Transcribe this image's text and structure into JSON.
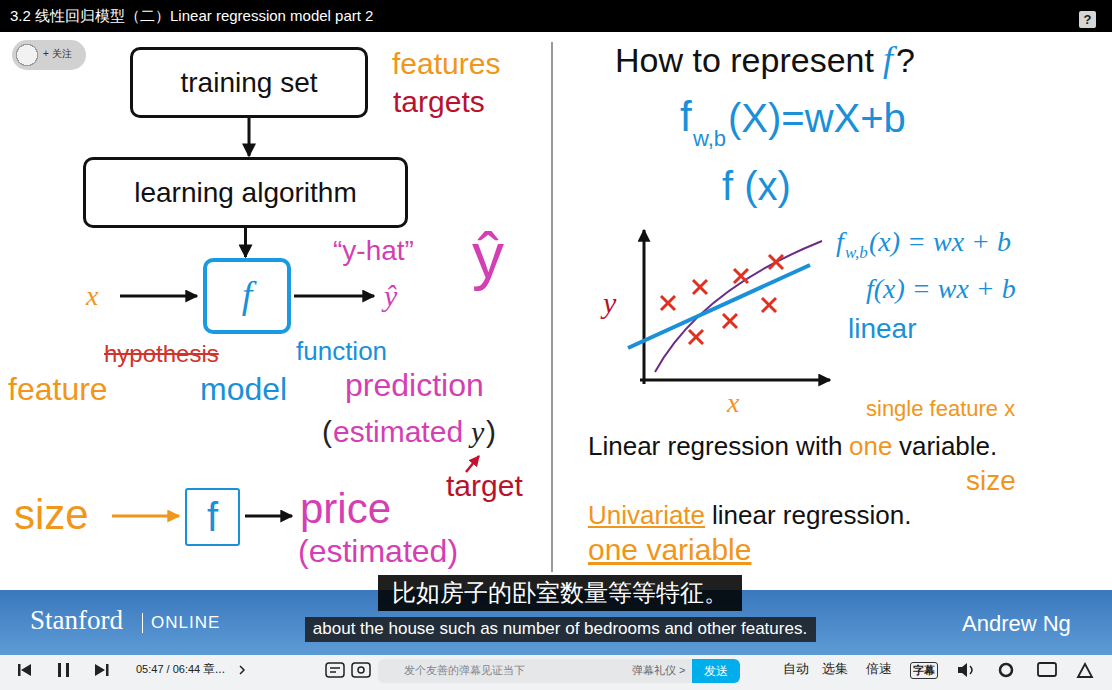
{
  "diagram": {
    "title": "3.2 线性回归模型（二）Linear regression model part 2",
    "nodes": [
      {
        "text": [
          "?"
        ]
      },
      {
        "text": [
          "+ 关注"
        ]
      },
      {
        "text": [
          "training set"
        ]
      },
      {
        "text": [
          "learning algorithm"
        ]
      },
      {
        "text": [
          "f"
        ]
      },
      {
        "text": [
          "f"
        ]
      },
      {
        "text": [
          "比如房子的卧室数量等等特征。"
        ]
      },
      {
        "text": [
          "Stanford",
          "ONLINE",
          "Andrew Ng"
        ]
      },
      {
        "text": [
          "about the house such as number of bedrooms and other features."
        ],
        "in": 7
      },
      {
        "text": [
          "发个友善的弹幕见证当下",
          "弹幕礼仪 >"
        ]
      },
      {
        "text": [
          "发送"
        ],
        "in": 9
      },
      {
        "text": [
          "字幕"
        ]
      }
    ],
    "edges": [
      {
        "from": 2,
        "to": 3,
        "arrow": "to"
      },
      {
        "from": 3,
        "to": 4,
        "arrow": "to"
      }
    ],
    "labels": [
      "features",
      "targets",
      "“y-hat”",
      "ŷ",
      "x",
      "ŷ",
      "hypothesis",
      "function",
      "feature",
      "model",
      "prediction",
      "(",
      "estimated",
      "y",
      ")",
      "target",
      "size",
      "price",
      "(estimated)",
      "How to represent",
      "f",
      "?",
      "f",
      "w,b",
      "(X)=wX+b",
      "f (x)",
      "y",
      "x",
      "f",
      "w,b",
      "(x) = wx + b",
      "f(x) = wx + b",
      "linear",
      "single feature x",
      "Linear regression with",
      "one",
      "variable.",
      "size",
      "Univariate",
      "linear regression.",
      "one variable",
      "05:47 / 06:44",
      "章...",
      "自动",
      "选集",
      "倍速"
    ]
  }
}
